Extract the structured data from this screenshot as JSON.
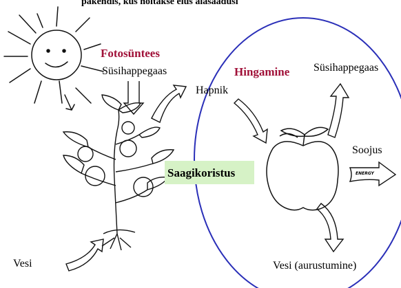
{
  "title": "pakendis, kus hoitakse elus alasaadusi",
  "labels": {
    "photosynthesis": "Fotosüntees",
    "co2_left": "Süsihappegaas",
    "respiration": "Hingamine",
    "co2_right": "Süsihappegaas",
    "oxygen": "Hapnik",
    "harvest": "Saagikoristus",
    "heat": "Soojus",
    "water_left": "Vesi",
    "water_right": "Vesi (aurustumine)",
    "energy": "ENERGY"
  },
  "colors": {
    "highlight_red": "#a01038",
    "harvest_bg": "#d6f2c6",
    "circle": "#2a2fb8"
  },
  "icons": [
    "sun-icon",
    "plant-icon",
    "apple-icon",
    "arrow-icon",
    "energy-arrow-icon"
  ]
}
